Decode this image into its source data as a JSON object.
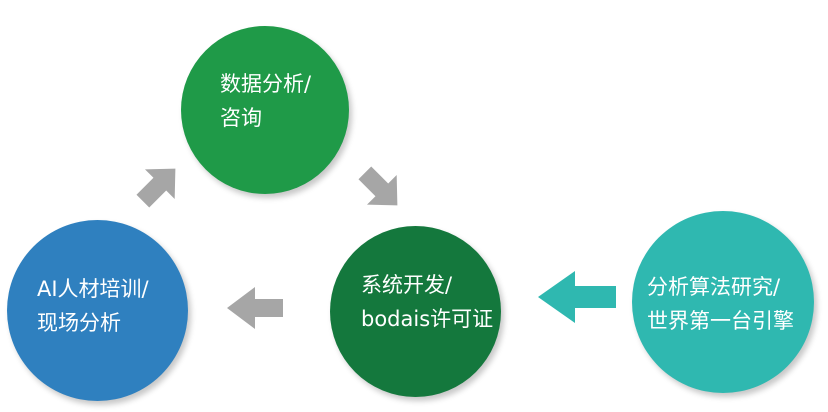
{
  "nodes": {
    "analysis": {
      "line1": "数据分析/",
      "line2": "咨询",
      "color": "#1f9a48"
    },
    "training": {
      "line1": "AI人材培训/",
      "line2": "现场分析",
      "color": "#2f80bf"
    },
    "development": {
      "line1": "系统开发/",
      "line2": "bodais许可证",
      "color": "#14783d"
    },
    "research": {
      "line1": "分析算法研究/",
      "line2": "世界第一台引擎",
      "color": "#2fb8b0"
    }
  },
  "arrows": {
    "cycle_color": "#a6a6a6",
    "input_color": "#2fb8b0"
  }
}
